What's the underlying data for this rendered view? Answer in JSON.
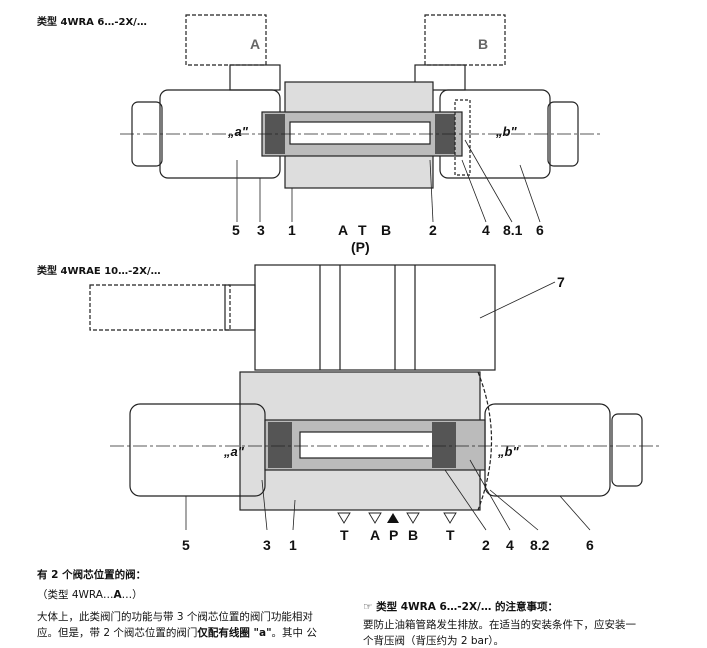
{
  "figure1": {
    "title": "类型 4WRA 6…-2X/…",
    "solenoid_a": "A",
    "solenoid_b": "B",
    "coil_a": "„a\"",
    "coil_b": "„b\"",
    "callouts": {
      "n5": "5",
      "n3": "3",
      "n1": "1",
      "A": "A",
      "T": "T",
      "B": "B",
      "P": "(P)",
      "n2": "2",
      "n4": "4",
      "n81": "8.1",
      "n6": "6"
    }
  },
  "figure2": {
    "title": "类型 4WRAE 10…-2X/…",
    "coil_a": "„a\"",
    "coil_b": "„b\"",
    "callouts": {
      "n7": "7",
      "n5": "5",
      "n3": "3",
      "n1": "1",
      "T1": "T",
      "A": "A",
      "P": "P",
      "B": "B",
      "T2": "T",
      "n2": "2",
      "n4": "4",
      "n82": "8.2",
      "n6": "6"
    }
  },
  "section": {
    "heading": "有 2 个阀芯位置的阀：",
    "type_prefix": "（类型 4WRA…",
    "type_bold": "A",
    "type_suffix": "…）",
    "para_1": "大体上，此类阀门的功能与带 3 个阀芯位置的阀门功能相对",
    "para_2a": "应。但是，带 2 个阀芯位置的阀门",
    "para_2b": "仅配有线圈 \"a\"",
    "para_2c": "。其中 公"
  },
  "note": {
    "icon": "pointing-hand-icon",
    "heading": "类型 4WRA 6…-2X/… 的注意事项：",
    "line_1": "要防止油箱管路发生排放。在适当的安装条件下，应安装一",
    "line_2": "个背压阀（背压约为 2 bar）。"
  }
}
